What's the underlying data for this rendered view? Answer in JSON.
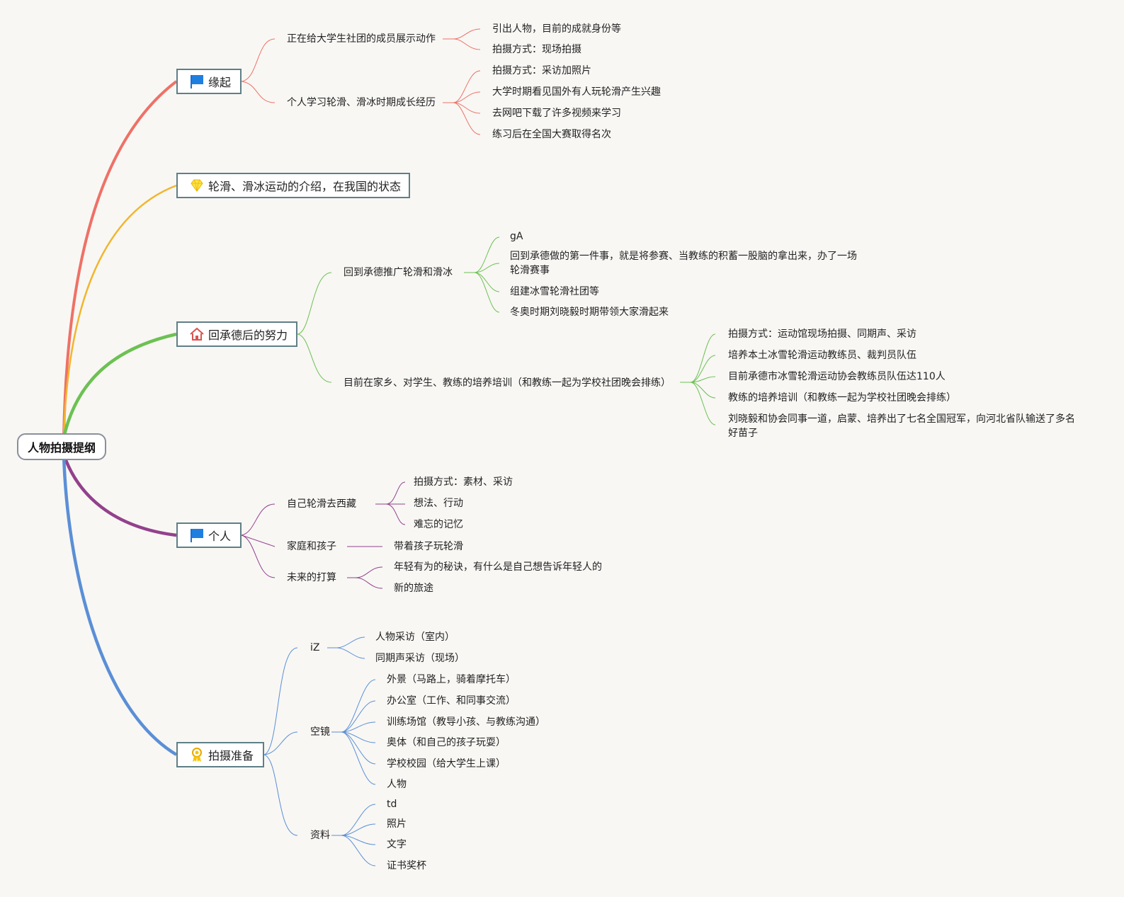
{
  "root": {
    "label": "人物拍摄提纲"
  },
  "colors": {
    "origin": "#ee7166",
    "intro": "#f2b52c",
    "effort": "#6cc152",
    "personal": "#93418c",
    "prep": "#5b8fd6",
    "box_border": "#5f7f86",
    "background": "#f8f7f4"
  },
  "branches": {
    "origin": {
      "icon": "blue-flag-icon",
      "label": "缘起",
      "children": [
        {
          "label": "正在给大学生社团的成员展示动作",
          "children": [
            {
              "label": "引出人物，目前的成就身份等"
            },
            {
              "label": "拍摄方式：现场拍摄"
            }
          ]
        },
        {
          "label": "个人学习轮滑、滑冰时期成长经历",
          "children": [
            {
              "label": "拍摄方式：采访加照片"
            },
            {
              "label": "大学时期看见国外有人玩轮滑产生兴趣"
            },
            {
              "label": "去网吧下载了许多视频来学习"
            },
            {
              "label": "练习后在全国大赛取得名次"
            }
          ]
        }
      ]
    },
    "intro": {
      "icon": "diamond-icon",
      "label": "轮滑、滑冰运动的介绍，在我国的状态"
    },
    "effort": {
      "icon": "house-icon",
      "label": "回承德后的努力",
      "children": [
        {
          "label": "回到承德推广轮滑和滑冰",
          "children": [
            {
              "label": "gA"
            },
            {
              "label": "回到承德做的第一件事，就是将参赛、当教练的积蓄一股脑的拿出来，办了一场轮滑赛事"
            },
            {
              "label": "组建冰雪轮滑社团等"
            },
            {
              "label": "冬奥时期刘晓毅时期带领大家滑起来"
            }
          ]
        },
        {
          "label": "目前在家乡、对学生、教练的培养培训（和教练一起为学校社团晚会排练）",
          "children": [
            {
              "label": "拍摄方式：运动馆现场拍摄、同期声、采访"
            },
            {
              "label": "培养本土冰雪轮滑运动教练员、裁判员队伍"
            },
            {
              "label": "目前承德市冰雪轮滑运动协会教练员队伍达110人"
            },
            {
              "label": "教练的培养培训（和教练一起为学校社团晚会排练）"
            },
            {
              "label": "刘晓毅和协会同事一道，启蒙、培养出了七名全国冠军，向河北省队输送了多名好苗子"
            }
          ]
        }
      ]
    },
    "personal": {
      "icon": "blue-flag-icon",
      "label": "个人",
      "children": [
        {
          "label": "自己轮滑去西藏",
          "children": [
            {
              "label": "拍摄方式：素材、采访"
            },
            {
              "label": "想法、行动"
            },
            {
              "label": "难忘的记忆"
            }
          ]
        },
        {
          "label": "家庭和孩子",
          "children": [
            {
              "label": "带着孩子玩轮滑"
            }
          ]
        },
        {
          "label": "未来的打算",
          "children": [
            {
              "label": "年轻有为的秘诀，有什么是自己想告诉年轻人的"
            },
            {
              "label": "新的旅途"
            }
          ]
        }
      ]
    },
    "prep": {
      "icon": "award-ribbon-icon",
      "label": "拍摄准备",
      "children": [
        {
          "label": "iZ",
          "children": [
            {
              "label": "人物采访（室内）"
            },
            {
              "label": "同期声采访（现场）"
            }
          ]
        },
        {
          "label": "空镜",
          "children": [
            {
              "label": "外景（马路上，骑着摩托车）"
            },
            {
              "label": "办公室（工作、和同事交流）"
            },
            {
              "label": "训练场馆（教导小孩、与教练沟通）"
            },
            {
              "label": "奥体（和自己的孩子玩耍）"
            },
            {
              "label": "学校校园（给大学生上课）"
            },
            {
              "label": "人物"
            }
          ]
        },
        {
          "label": "资料",
          "children": [
            {
              "label": "td"
            },
            {
              "label": "照片"
            },
            {
              "label": "文字"
            },
            {
              "label": "证书奖杯"
            }
          ]
        }
      ]
    }
  }
}
